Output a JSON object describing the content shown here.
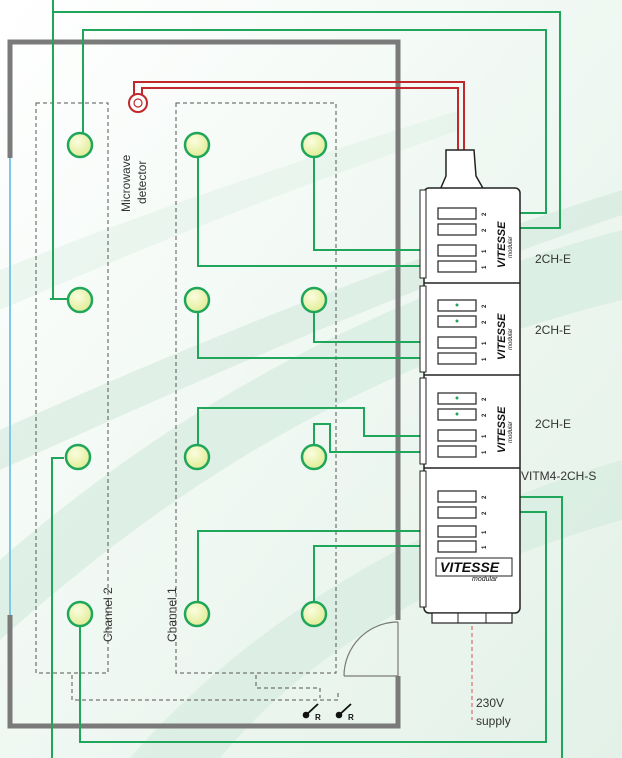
{
  "detector": {
    "line1": "Microwave",
    "line2": "detector"
  },
  "channels": {
    "ch1": "Channel 1",
    "ch2": "Channel 2"
  },
  "modules": [
    {
      "label": "2CH-E"
    },
    {
      "label": "2CH-E"
    },
    {
      "label": "2CH-E"
    },
    {
      "label": "VITM4-2CH-S"
    }
  ],
  "module_brand": "VITESSE",
  "module_sub": "modular",
  "port_numbers": [
    "2",
    "2",
    "1",
    "1"
  ],
  "supply": {
    "line1": "230V",
    "line2": "supply"
  },
  "switch_mark": "R",
  "colors": {
    "wire_green": "#1fa65a",
    "wire_red": "#c0282c",
    "wall_gray": "#7a7a7a",
    "lamp_fill": "#eef3b0",
    "window_blue": "#7fc7e6",
    "supply_red": "#d9534f"
  }
}
